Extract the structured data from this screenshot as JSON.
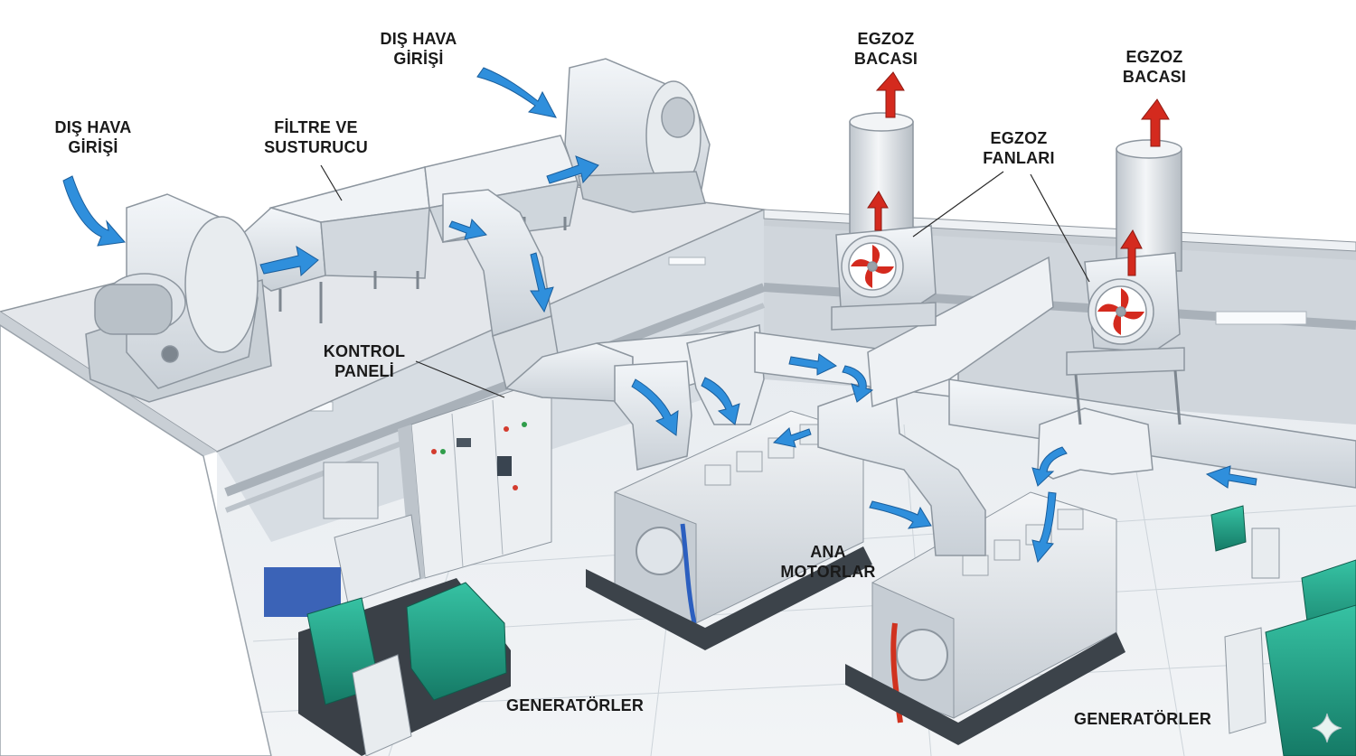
{
  "labels": {
    "air_intake_left": {
      "line1": "DIŞ HAVA",
      "line2": "GİRİŞİ"
    },
    "air_intake_top": {
      "line1": "DIŞ HAVA",
      "line2": "GİRİŞİ"
    },
    "filter_silencer": {
      "line1": "FİLTRE VE",
      "line2": "SUSTURUCU"
    },
    "control_panel": {
      "line1": "KONTROL",
      "line2": "PANELİ"
    },
    "exhaust_stack_1": {
      "line1": "EGZOZ",
      "line2": "BACASI"
    },
    "exhaust_stack_2": {
      "line1": "EGZOZ",
      "line2": "BACASI"
    },
    "exhaust_fans": {
      "line1": "EGZOZ",
      "line2": "FANLARI"
    },
    "main_engines": {
      "line1": "ANA",
      "line2": "MOTORLAR"
    },
    "generators_left": "GENERATÖRLER",
    "generators_right": "GENERATÖRLER"
  },
  "colors": {
    "airflow_arrow": "#2f8fdc",
    "exhaust_arrow": "#d42a1e",
    "duct": "#dfe4ea",
    "duct_edge": "#8d969f",
    "generator": "#22a58a",
    "floor": "#e9edf1",
    "wall": "#d3d9df"
  },
  "icons": [
    "blower-icon",
    "exhaust-fan-icon",
    "engine-icon",
    "generator-icon",
    "control-cabinet-icon",
    "sparkle-icon"
  ]
}
